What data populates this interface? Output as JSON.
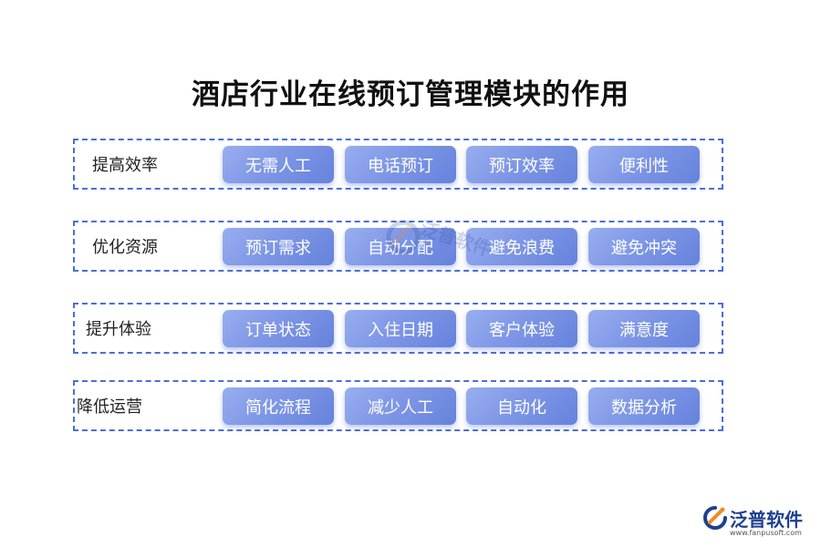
{
  "title": "酒店行业在线预订管理模块的作用",
  "rows": [
    {
      "label": "提高效率",
      "items": [
        "无需人工",
        "电话预订",
        "预订效率",
        "便利性"
      ]
    },
    {
      "label": "优化资源",
      "items": [
        "预订需求",
        "自动分配",
        "避免浪费",
        "避免冲突"
      ]
    },
    {
      "label": "提升体验",
      "items": [
        "订单状态",
        "入住日期",
        "客户体验",
        "满意度"
      ]
    },
    {
      "label": "降低运营",
      "items": [
        "简化流程",
        "减少人工",
        "自动化",
        "数据分析"
      ]
    }
  ],
  "watermark": {
    "text": "泛普软件"
  },
  "logo": {
    "name": "泛普软件",
    "url": "www.fanpusoft.com"
  },
  "colors": {
    "dashed_border": "#4a6fd8",
    "chip_start": "#98aef0",
    "chip_end": "#6582dc",
    "logo_blue": "#1f3f8f",
    "logo_orange": "#f08a24"
  }
}
